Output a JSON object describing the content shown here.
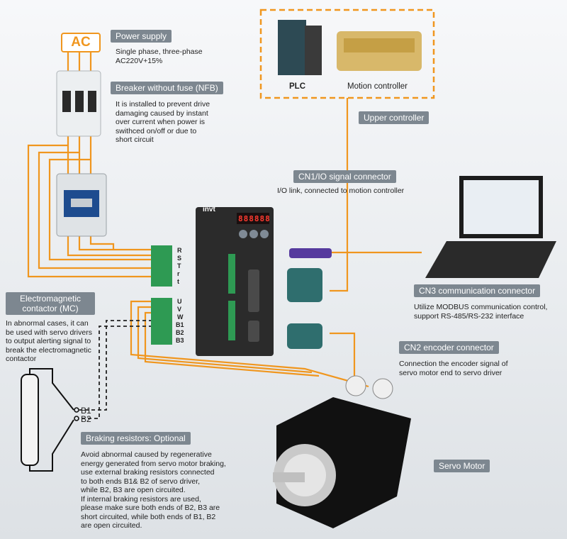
{
  "power_supply": {
    "symbol": "AC",
    "title": "Power supply",
    "desc_line1": "Single phase, three-phase",
    "desc_line2": "AC220V+15%"
  },
  "breaker": {
    "title": "Breaker without fuse (NFB)",
    "desc": [
      "It is installed to prevent drive",
      "damaging caused by instant",
      "over current when power is",
      "swithced on/off or due to",
      "short circuit"
    ]
  },
  "upper_controller": {
    "plc_label": "PLC",
    "motion_label": "Motion controller",
    "title": "Upper controller"
  },
  "cn1": {
    "title": "CN1/IO signal connector",
    "desc": "I/O link, connected to motion controller"
  },
  "cn3": {
    "title": "CN3 communication connector",
    "desc": [
      "Utilize MODBUS communication control,",
      "support RS-485/RS-232 interface"
    ]
  },
  "cn2": {
    "title": "CN2 encoder connector",
    "desc": [
      "Connection the encoder signal of",
      "servo motor end to servo driver"
    ]
  },
  "mc": {
    "title": [
      "Electromagnetic",
      "contactor (MC)"
    ],
    "desc": [
      "In abnormal cases, it can",
      "be used with servo drivers",
      "to output alerting signal to",
      "break the electromagnetic",
      "contactor"
    ]
  },
  "braking": {
    "title": "Braking resistors: Optional",
    "desc": [
      "Avoid abnormal caused by regenerative",
      "energy generated from servo motor braking,",
      "use external braking resistors connected",
      "to both ends B1& B2 of servo driver,",
      "while B2, B3 are open circuited.",
      "If internal braking resistors are used,",
      "please make sure both ends of B2, B3 are",
      "short circuited, while both ends of B1, B2",
      "are open circuited."
    ],
    "b1": "B1",
    "b2": "B2"
  },
  "servo_motor": {
    "title": "Servo Motor"
  },
  "drive": {
    "brand": "invt",
    "display": "888888"
  },
  "terminals_power": [
    "R",
    "S",
    "T",
    "r",
    "t"
  ],
  "terminals_motor": [
    "U",
    "V",
    "W",
    "B1",
    "B2",
    "B3"
  ],
  "colors": {
    "wire": "#f0961e",
    "label_bg": "#7d8790",
    "drive": "#2b2b2b"
  }
}
